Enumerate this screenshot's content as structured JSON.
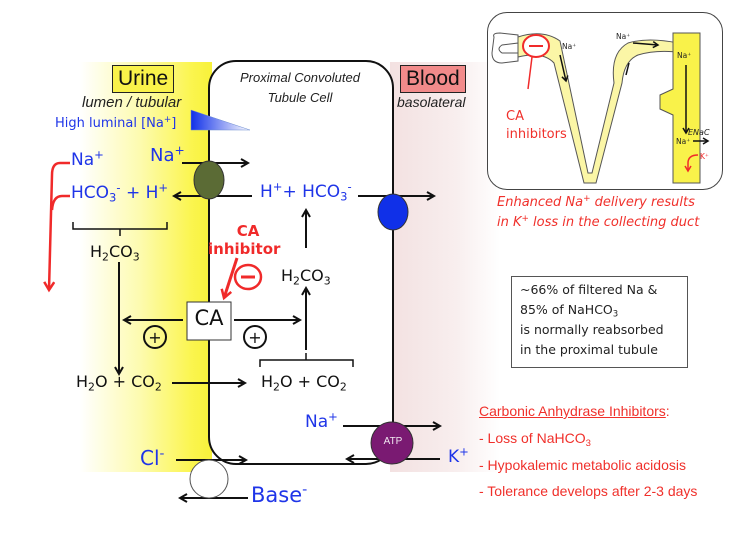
{
  "regions": {
    "urine": {
      "title": "Urine",
      "subtitle": "lumen / tubular",
      "color": "#f9f24a"
    },
    "cell": {
      "title_line1": "Proximal Convoluted",
      "title_line2": "Tubule Cell"
    },
    "blood": {
      "title": "Blood",
      "subtitle": "basolateral",
      "color": "#f28a8a"
    }
  },
  "gradient_label": {
    "prefix": "High luminal [Na",
    "sup": "+",
    "suffix": "]"
  },
  "lumen_species": {
    "na_excreted": {
      "base": "Na",
      "sup": "+"
    },
    "hco3_h": {
      "part1": "HCO",
      "sub": "3",
      "sup1": "-",
      "part2": " + H",
      "sup2": "+"
    },
    "h2co3": {
      "p1": "H",
      "s1": "2",
      "p2": "CO",
      "s2": "3"
    },
    "h2o_co2": {
      "p1": "H",
      "s1": "2",
      "p2": "O + CO",
      "s2": "2"
    },
    "na_in": {
      "base": "Na",
      "sup": "+"
    },
    "cl": {
      "base": "Cl",
      "sup": "-"
    },
    "base": {
      "base": "Base",
      "sup": "-"
    }
  },
  "cell_species": {
    "h_hco3": {
      "p1": "H",
      "sup1": "+",
      "p2": "+ HCO",
      "sub": "3",
      "sup2": "-"
    },
    "h2co3": {
      "p1": "H",
      "s1": "2",
      "p2": "CO",
      "s2": "3"
    },
    "h2o_co2": {
      "p1": "H",
      "s1": "2",
      "p2": "O + CO",
      "s2": "2"
    },
    "na_out": {
      "base": "Na",
      "sup": "+"
    },
    "k_in": {
      "base": "K",
      "sup": "+"
    }
  },
  "enzyme": {
    "label": "CA",
    "plus_symbol": "+",
    "minus_symbol": "−"
  },
  "inhibitor_label": {
    "line1": "CA",
    "line2": "inhibitor"
  },
  "transporters": {
    "nhe": {
      "color": "#5b6b35"
    },
    "hco3_exit": {
      "color": "#1030e8"
    },
    "atpase": {
      "label": "ATP",
      "color": "#7a1a72"
    },
    "anion_exchanger": {
      "color": "#ffffff"
    }
  },
  "inset": {
    "inhibitors_label_line1": "CA",
    "inhibitors_label_line2": "inhibitors",
    "na_labels": [
      "Na+",
      "Na+",
      "Na+",
      "Na+"
    ],
    "enac_label": "ENaC",
    "k_label": "K+",
    "caption_line1": {
      "p1": "Enhanced Na",
      "sup": "+",
      "p2": " delivery results"
    },
    "caption_line2": {
      "p1": "in K",
      "sup": "+",
      "p2": " loss in the collecting duct"
    }
  },
  "note": {
    "line1": "~66% of filtered Na &",
    "line2_p1": "85% of NaHCO",
    "line2_sub": "3",
    "line3": "is normally reabsorbed",
    "line4": "in the proximal tubule"
  },
  "effects": {
    "heading": "Carbonic Anhydrase Inhibitors",
    "heading_suffix": ":",
    "item1_p1": "- Loss of NaHCO",
    "item1_sub": "3",
    "item2": "- Hypokalemic metabolic acidosis",
    "item3": "- Tolerance develops after 2-3 days"
  },
  "colors": {
    "ion_blue": "#1f35e8",
    "alert_red": "#f02a2a"
  }
}
